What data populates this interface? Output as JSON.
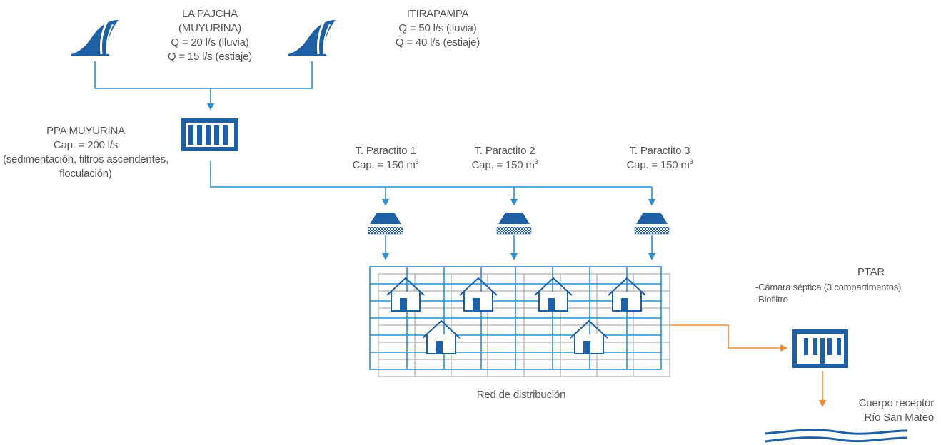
{
  "sources": {
    "la_pajcha": {
      "name": "LA PAJCHA",
      "subname": "(MUYURINA)",
      "q_rain": "Q = 20 l/s (lluvia)",
      "q_dry": "Q = 15 l/s (estiaje)"
    },
    "itirapampa": {
      "name": "ITIRAPAMPA",
      "q_rain": "Q = 50 l/s (lluvia)",
      "q_dry": "Q = 40 l/s (estiaje)"
    }
  },
  "plant": {
    "name": "PPA MUYURINA",
    "capacity": "Cap. = 200 l/s",
    "process_line1": "(sedimentación, filtros ascendentes,",
    "process_line2": "floculación)"
  },
  "tanks": [
    {
      "name": "T. Paractito 1",
      "capacity": "Cap. = 150 m",
      "unit_sup": "3"
    },
    {
      "name": "T. Paractito 2",
      "capacity": "Cap. = 150 m",
      "unit_sup": "3"
    },
    {
      "name": "T. Paractito 3",
      "capacity": "Cap. = 150 m",
      "unit_sup": "3"
    }
  ],
  "network": {
    "label": "Red de distribución"
  },
  "ptar": {
    "name": "PTAR",
    "item1": "-Cámara séptica (3 compartimentos)",
    "item2": "-Biofiltro"
  },
  "receptor": {
    "line1": "Cuerpo receptor",
    "line2": "Río San Mateo"
  },
  "colors": {
    "primary_blue": "#1f5fa3",
    "flow_blue": "#2e8fcf",
    "wastewater_orange": "#f28a30",
    "grid_gray": "#bdbdbd",
    "text_gray": "#555555"
  }
}
